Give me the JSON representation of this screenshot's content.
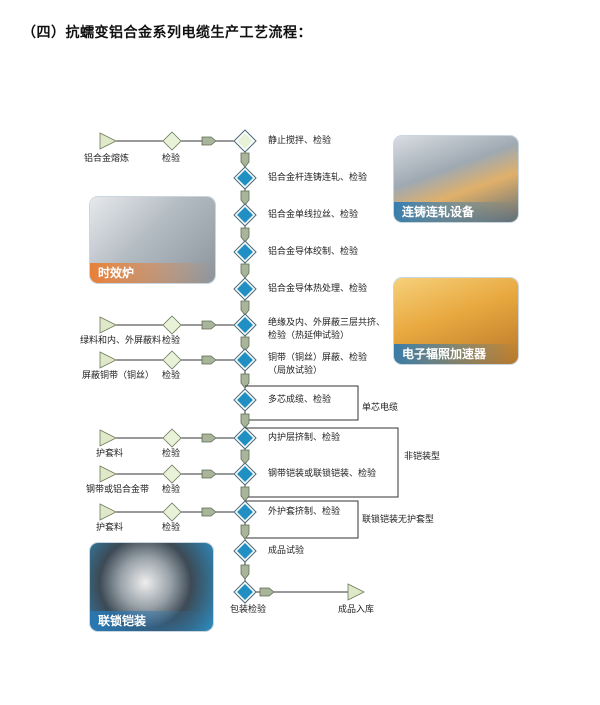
{
  "title": "（四）抗蠕变铝合金系列电缆生产工艺流程：",
  "inputs": {
    "alloy_smelting": "铝合金熔炼",
    "insulation_material": "绿料和内、外屏蔽料",
    "shield_tape": "屏蔽铜带（铜丝）",
    "sheath_material_inner": "护套料",
    "armor_tape": "钢带或铝合金带",
    "sheath_material_outer": "护套料",
    "inspect": "检验"
  },
  "steps": {
    "s1": "静止搅拌、检验",
    "s2": "铝合金杆连铸连轧、检验",
    "s3": "铝合金单线拉丝、检验",
    "s4": "铝合金导体绞制、检验",
    "s5": "铝合金导体热处理、检验",
    "s6a": "绝缘及内、外屏蔽三层共挤、",
    "s6b": "检验（热延伸试验）",
    "s7a": "铜带（铜丝）屏蔽、检验",
    "s7b": "（局放试验）",
    "s8": "多芯成缆、检验",
    "s9": "内护层挤制、检验",
    "s10": "钢带铠装或联锁铠装、检验",
    "s11": "外护套挤制、检验",
    "s12": "成品试验",
    "s13": "包装检验",
    "s14": "成品入库"
  },
  "brackets": {
    "single_core": "单芯电缆",
    "non_armored": "非铠装型",
    "interlock_no_sheath": "联锁铠装无护套型"
  },
  "photos": {
    "caster": "连铸连轧设备",
    "aging_furnace": "时效炉",
    "ebeam": "电子辐照加速器",
    "interlock": "联锁铠装"
  },
  "colors": {
    "diamond_fill": "#1f8fc4",
    "diamond_light": "#e8f2d8",
    "pentagon": "#a9b59a",
    "triangle": "#dfe9c9",
    "first_diamond": "#3aa63a"
  }
}
